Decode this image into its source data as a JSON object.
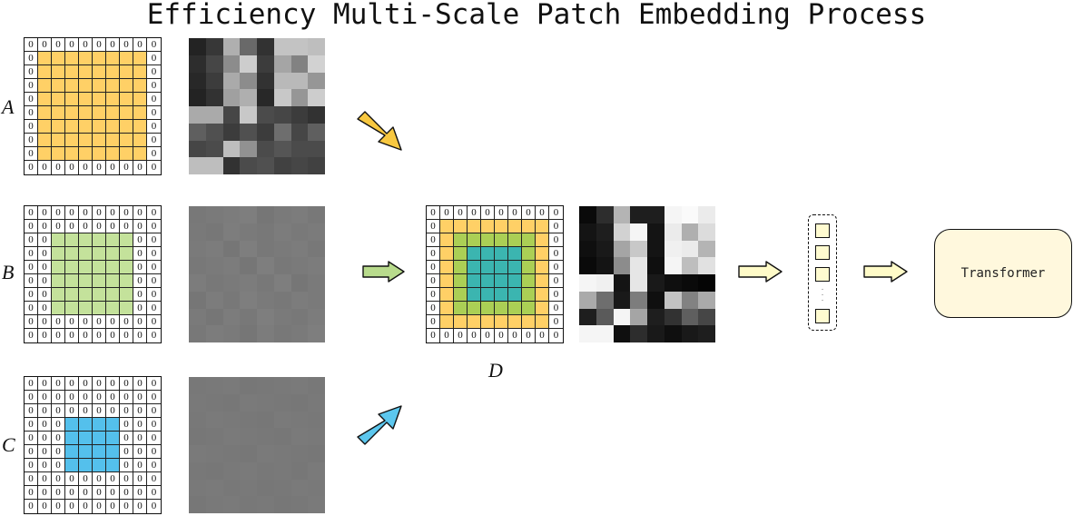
{
  "title": "Efficiency Multi-Scale Patch Embedding Process",
  "labels": {
    "a": "A",
    "b": "B",
    "c": "C",
    "d": "D"
  },
  "transformer_label": "Transformer",
  "sequence_dots": ". . .",
  "cell_value": "0",
  "colors": {
    "orange_fill": "#ffd066",
    "green_fill": "#c4e29b",
    "blue_fill": "#54c0ec",
    "teal_fill": "#3bb5b0",
    "d_green_fill": "#abcf55",
    "arrow_orange": "#f8c840",
    "arrow_green": "#b8db8c",
    "arrow_blue": "#5cc7ee",
    "arrow_yellow": "#fffbc8",
    "transformer_bg": "#fff8dd"
  },
  "grids": {
    "a": {
      "size": 10,
      "padding": 1,
      "fill": "orange_fill",
      "pad_value_shown": true
    },
    "b": {
      "size": 10,
      "padding": 2,
      "fill": "green_fill",
      "pad_value_shown": true
    },
    "c": {
      "size": 10,
      "padding": 3,
      "fill": "blue_fill",
      "pad_value_shown": true
    },
    "d": {
      "size": 10,
      "layers": [
        "orange_fill",
        "d_green_fill",
        "teal_fill"
      ]
    }
  },
  "feature_maps": {
    "a": [
      [
        35,
        55,
        175,
        105,
        50,
        195,
        195,
        190
      ],
      [
        45,
        70,
        140,
        205,
        60,
        165,
        130,
        210
      ],
      [
        40,
        60,
        170,
        140,
        50,
        185,
        185,
        150
      ],
      [
        35,
        50,
        160,
        175,
        40,
        200,
        150,
        205
      ],
      [
        170,
        170,
        70,
        200,
        75,
        70,
        60,
        50
      ],
      [
        95,
        80,
        60,
        80,
        60,
        110,
        70,
        95
      ],
      [
        70,
        75,
        190,
        145,
        75,
        85,
        75,
        75
      ],
      [
        190,
        190,
        50,
        75,
        80,
        65,
        70,
        65
      ]
    ],
    "b": [
      [
        120,
        122,
        124,
        126,
        118,
        122,
        124,
        120
      ],
      [
        121,
        119,
        125,
        122,
        120,
        124,
        121,
        123
      ],
      [
        122,
        124,
        118,
        126,
        120,
        122,
        124,
        120
      ],
      [
        120,
        122,
        124,
        118,
        126,
        120,
        122,
        124
      ],
      [
        124,
        120,
        122,
        124,
        120,
        126,
        118,
        122
      ],
      [
        118,
        124,
        120,
        126,
        122,
        120,
        124,
        122
      ],
      [
        122,
        118,
        124,
        120,
        126,
        122,
        120,
        124
      ],
      [
        120,
        124,
        122,
        118,
        124,
        120,
        122,
        126
      ]
    ],
    "c": [
      [
        120,
        121,
        122,
        119,
        120,
        121,
        122,
        120
      ],
      [
        121,
        120,
        119,
        122,
        121,
        120,
        119,
        121
      ],
      [
        120,
        122,
        121,
        120,
        119,
        122,
        121,
        120
      ],
      [
        119,
        120,
        122,
        121,
        120,
        119,
        122,
        121
      ],
      [
        122,
        121,
        120,
        119,
        122,
        121,
        120,
        119
      ],
      [
        120,
        119,
        121,
        122,
        120,
        121,
        119,
        122
      ],
      [
        121,
        122,
        120,
        121,
        119,
        120,
        122,
        121
      ],
      [
        119,
        121,
        122,
        120,
        121,
        119,
        120,
        122
      ]
    ],
    "d": [
      [
        10,
        45,
        180,
        30,
        30,
        245,
        250,
        235
      ],
      [
        20,
        30,
        210,
        245,
        20,
        235,
        175,
        220
      ],
      [
        15,
        25,
        165,
        200,
        20,
        240,
        235,
        180
      ],
      [
        10,
        20,
        140,
        230,
        15,
        245,
        190,
        225
      ],
      [
        245,
        240,
        20,
        230,
        25,
        15,
        10,
        5
      ],
      [
        170,
        110,
        25,
        125,
        15,
        195,
        130,
        170
      ],
      [
        30,
        90,
        245,
        165,
        30,
        50,
        95,
        70
      ],
      [
        245,
        245,
        15,
        45,
        25,
        15,
        25,
        30
      ]
    ]
  }
}
